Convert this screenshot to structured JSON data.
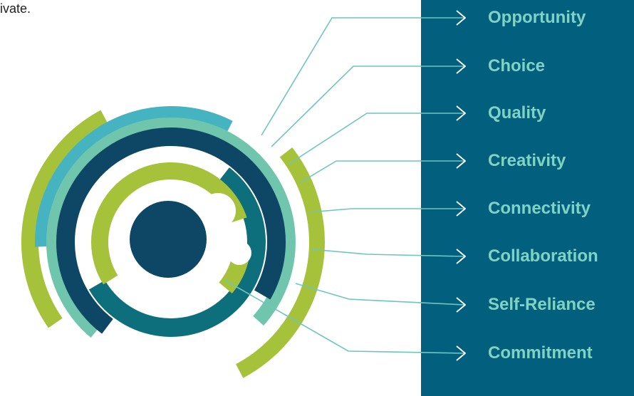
{
  "header": {
    "text": "ivate."
  },
  "colors": {
    "panel_bg": "#035f7e",
    "label_text": "#7fd3c3",
    "connector": "#6ec6bb",
    "lime": "#a6c23a",
    "cyan": "#45b4c0",
    "mint": "#6fc6ac",
    "navy": "#0e4765",
    "teal": "#0d6f7c",
    "white": "#ffffff"
  },
  "values": [
    {
      "label": "Opportunity"
    },
    {
      "label": "Choice"
    },
    {
      "label": "Quality"
    },
    {
      "label": "Creativity"
    },
    {
      "label": "Connectivity"
    },
    {
      "label": "Collaboration"
    },
    {
      "label": "Self-Reliance"
    },
    {
      "label": "Commitment"
    }
  ]
}
